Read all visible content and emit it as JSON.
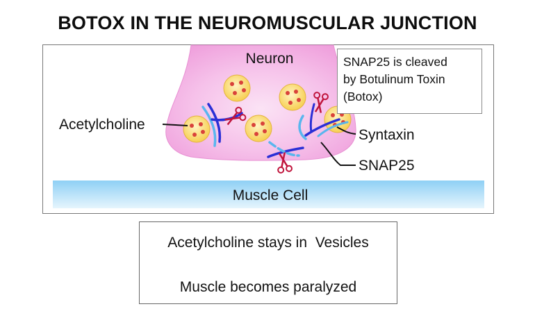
{
  "title": "BOTOX IN THE NEUROMUSCULAR JUNCTION",
  "labels": {
    "neuron": "Neuron",
    "acetylcholine": "Acetylcholine",
    "syntaxin": "Syntaxin",
    "snap25": "SNAP25",
    "muscle_cell": "Muscle Cell"
  },
  "callout": {
    "line1": "SNAP25 is cleaved",
    "line2": "by Botulinum Toxin",
    "line3": "(Botox)"
  },
  "result": {
    "line1": "Acetylcholine stays in  Vesicles",
    "line2": "Muscle becomes paralyzed"
  },
  "colors": {
    "neuron_fill": "#f2a6e0",
    "vesicle_fill": "#fbd96a",
    "acetylcholine_dot": "#d9423a",
    "syntaxin": "#2a2fd6",
    "snap25": "#59b6ee",
    "scissors": "#c0143c",
    "muscle_cell": "#bfe3f7",
    "lightning": "#f5d31c"
  },
  "icons": [
    "scissors-icon",
    "down-arrow-icon",
    "lightning-icon"
  ]
}
